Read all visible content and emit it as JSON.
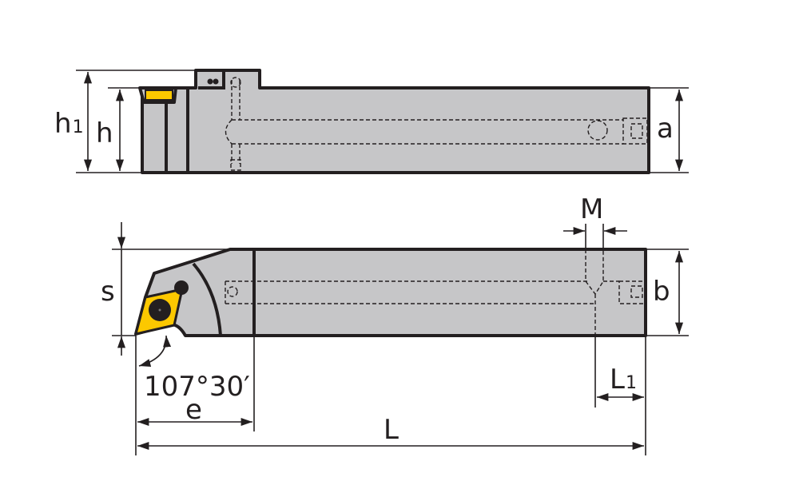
{
  "colors": {
    "body": "#c6c6c8",
    "insert": "#fcc800",
    "outline": "#231f20"
  },
  "labels": {
    "h1_main": "h",
    "h1_sub": "1",
    "h": "h",
    "a": "a",
    "M": "M",
    "s": "s",
    "b": "b",
    "L1_main": "L",
    "L1_sub": "1",
    "angle": "107°30′",
    "e": "e",
    "L": "L"
  }
}
